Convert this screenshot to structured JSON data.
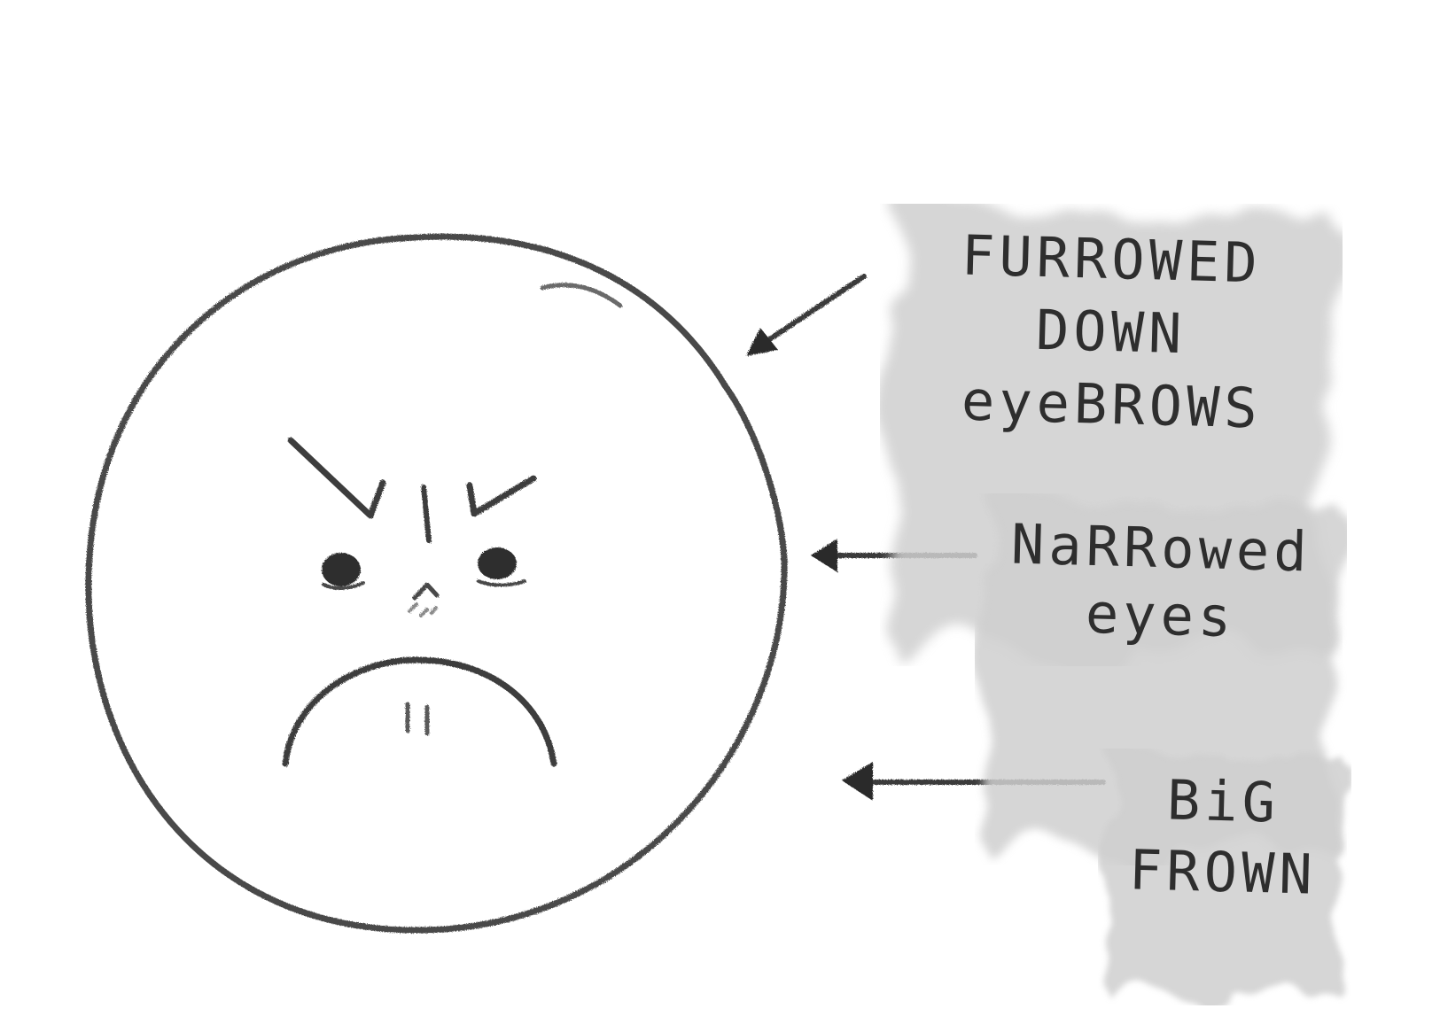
{
  "colors": {
    "ink": "#4a4a4a",
    "ink_dark": "#2e2e2e",
    "label_highlight": "#cfcfcf",
    "background": "#ffffff"
  },
  "labels": {
    "eyebrows": [
      "FURROWED",
      "DOWN",
      "eyeBROWS"
    ],
    "eyes": [
      "NaRRowed",
      "eyes"
    ],
    "frown": [
      "BiG",
      "FROWN"
    ]
  },
  "icons": {
    "face": "angry-face-icon",
    "arrow": "arrow-left-icon"
  }
}
